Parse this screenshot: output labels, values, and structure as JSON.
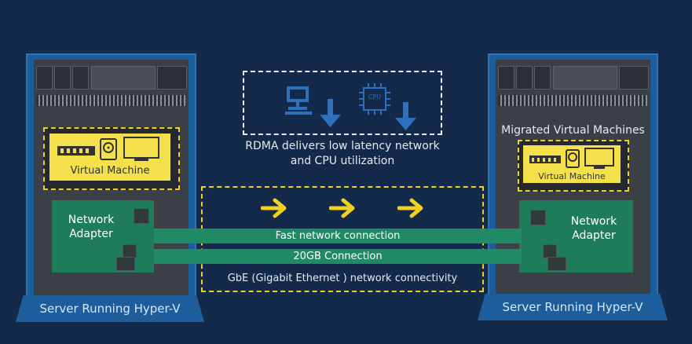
{
  "left_server": {
    "vm_label": "Virtual Machine",
    "nic_label_line1": "Network",
    "nic_label_line2": "Adapter",
    "base_label": "Server Running Hyper-V"
  },
  "right_server": {
    "migrated_title": "Migrated Virtual Machines",
    "vm_label": "Virtual Machine",
    "nic_label_line1": "Network",
    "nic_label_line2": "Adapter",
    "base_label": "Server Running Hyper-V"
  },
  "rdma": {
    "cpu_chip_label": "CPU",
    "caption_line1": "RDMA delivers low latency network",
    "caption_line2": "and CPU utilization"
  },
  "connections": {
    "fast": "Fast network connection",
    "twenty": "20GB Connection",
    "gbe": "GbE (Gigabit Ethernet ) network connectivity"
  },
  "colors": {
    "background": "#132a4a",
    "server_blue": "#1d5d9c",
    "highlight_yellow": "#f0d020",
    "nic_green": "#1f7c5a",
    "cable_green": "#1f8a64"
  }
}
